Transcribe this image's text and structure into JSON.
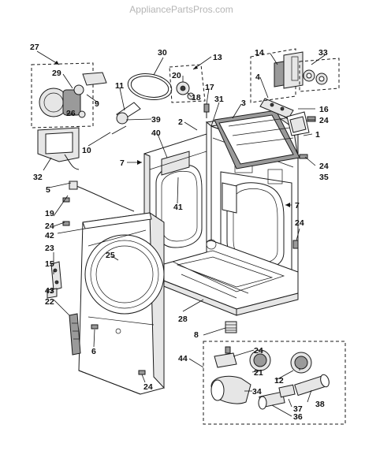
{
  "watermark": "AppliancePartsPros.com",
  "callouts": [
    "27",
    "30",
    "13",
    "14",
    "33",
    "29",
    "11",
    "20",
    "17",
    "4",
    "9",
    "18",
    "31",
    "3",
    "16",
    "26",
    "39",
    "2",
    "24",
    "40",
    "1",
    "10",
    "7",
    "32",
    "35",
    "5",
    "41",
    "19",
    "42",
    "23",
    "25",
    "15",
    "43",
    "22",
    "28",
    "8",
    "6",
    "44",
    "21",
    "12",
    "34",
    "38",
    "37",
    "36"
  ]
}
